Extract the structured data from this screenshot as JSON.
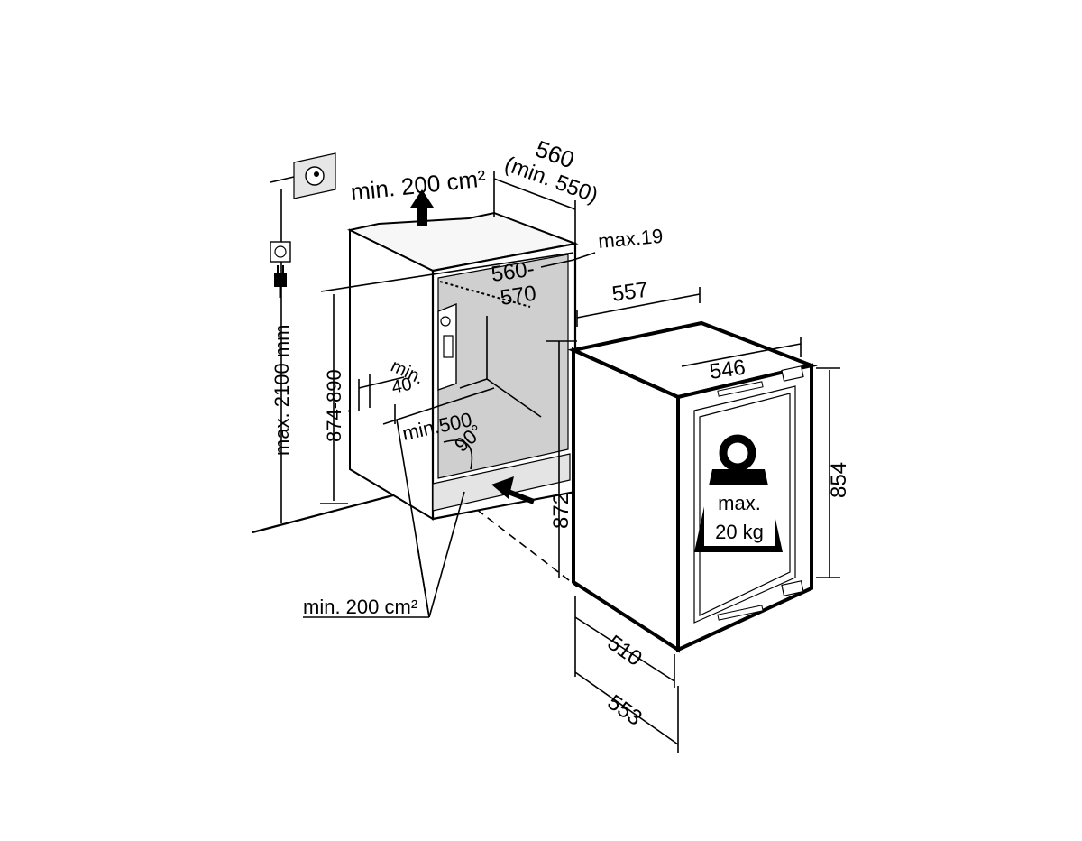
{
  "diagram": {
    "labels": {
      "min_vent_top": "min. 200 cm²",
      "niche_depth": "560",
      "niche_depth_min": "(min. 550)",
      "max_19": "max.19",
      "niche_width": "560-",
      "niche_width_b": "570",
      "depth_557": "557",
      "width_546": "546",
      "height_854": "854",
      "height_872": "872",
      "depth_510": "510",
      "depth_553": "553",
      "niche_height": "874-890",
      "max_height": "max. 2100 mm",
      "min_40a": "min.",
      "min_40b": "40",
      "min_500": "min.500",
      "angle": "90°",
      "min_vent_bottom": "min. 200 cm²",
      "weight_a": "max.",
      "weight_b": "20 kg"
    },
    "icons": {
      "wall_socket": "socket-icon",
      "plug": "plug-icon",
      "switch": "switch-icon",
      "weight": "weight-icon"
    }
  }
}
